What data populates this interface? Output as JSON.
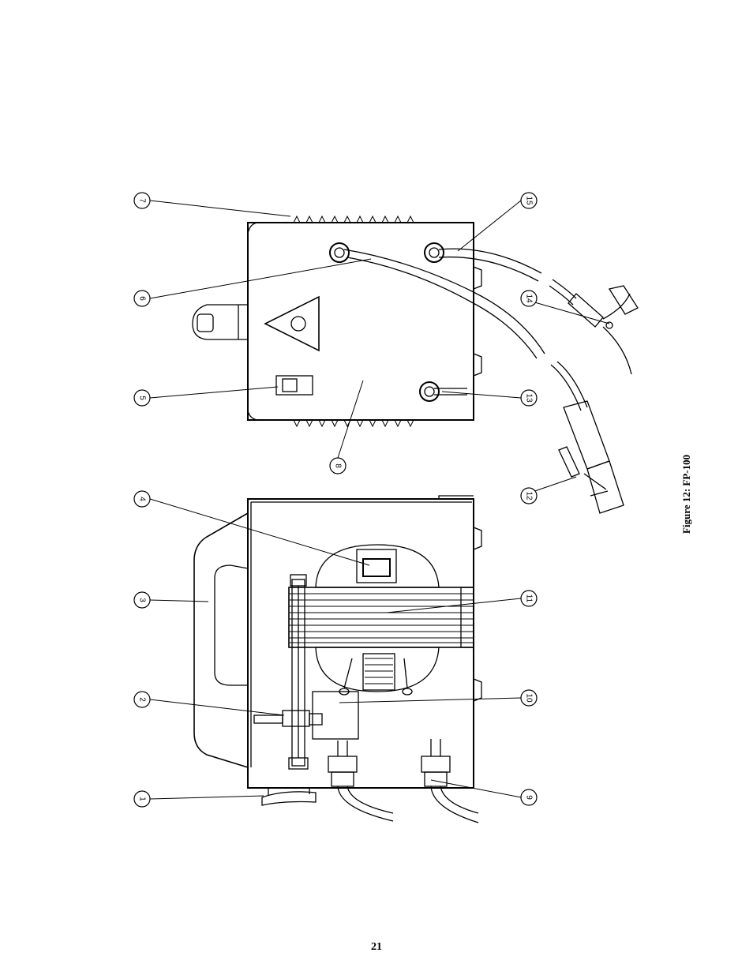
{
  "figure": {
    "caption": "Figure 12: FP-100"
  },
  "page": {
    "number": "21"
  },
  "callouts": [
    "1",
    "2",
    "3",
    "4",
    "5",
    "6",
    "7",
    "8",
    "9",
    "10",
    "11",
    "12",
    "13",
    "14",
    "15"
  ]
}
